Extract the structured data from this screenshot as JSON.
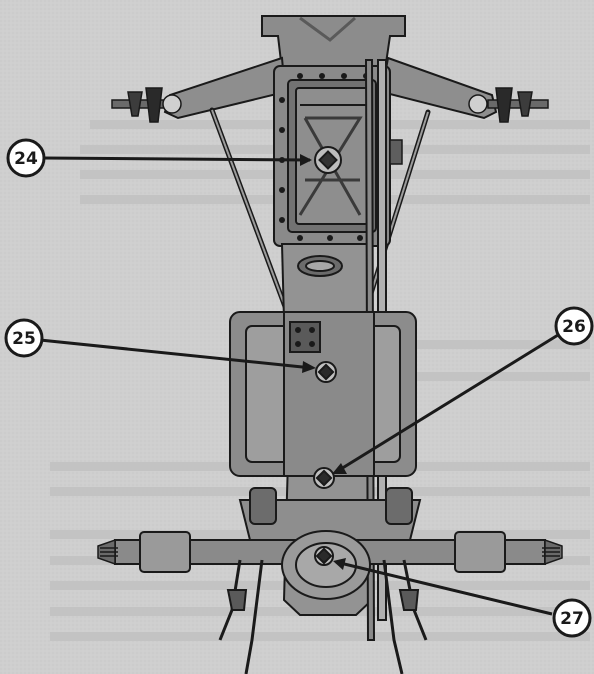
{
  "figure": {
    "callouts": [
      {
        "id": "24",
        "label": "24"
      },
      {
        "id": "25",
        "label": "25"
      },
      {
        "id": "26",
        "label": "26"
      },
      {
        "id": "27",
        "label": "27"
      }
    ]
  },
  "colors": {
    "paper": "#cfcfcf",
    "ink": "#1a1a1a",
    "body_fill": "#9a9a9a",
    "body_mid": "#7f7f7f",
    "body_dark": "#4d4d4d",
    "highlight": "#c4c4c4"
  }
}
